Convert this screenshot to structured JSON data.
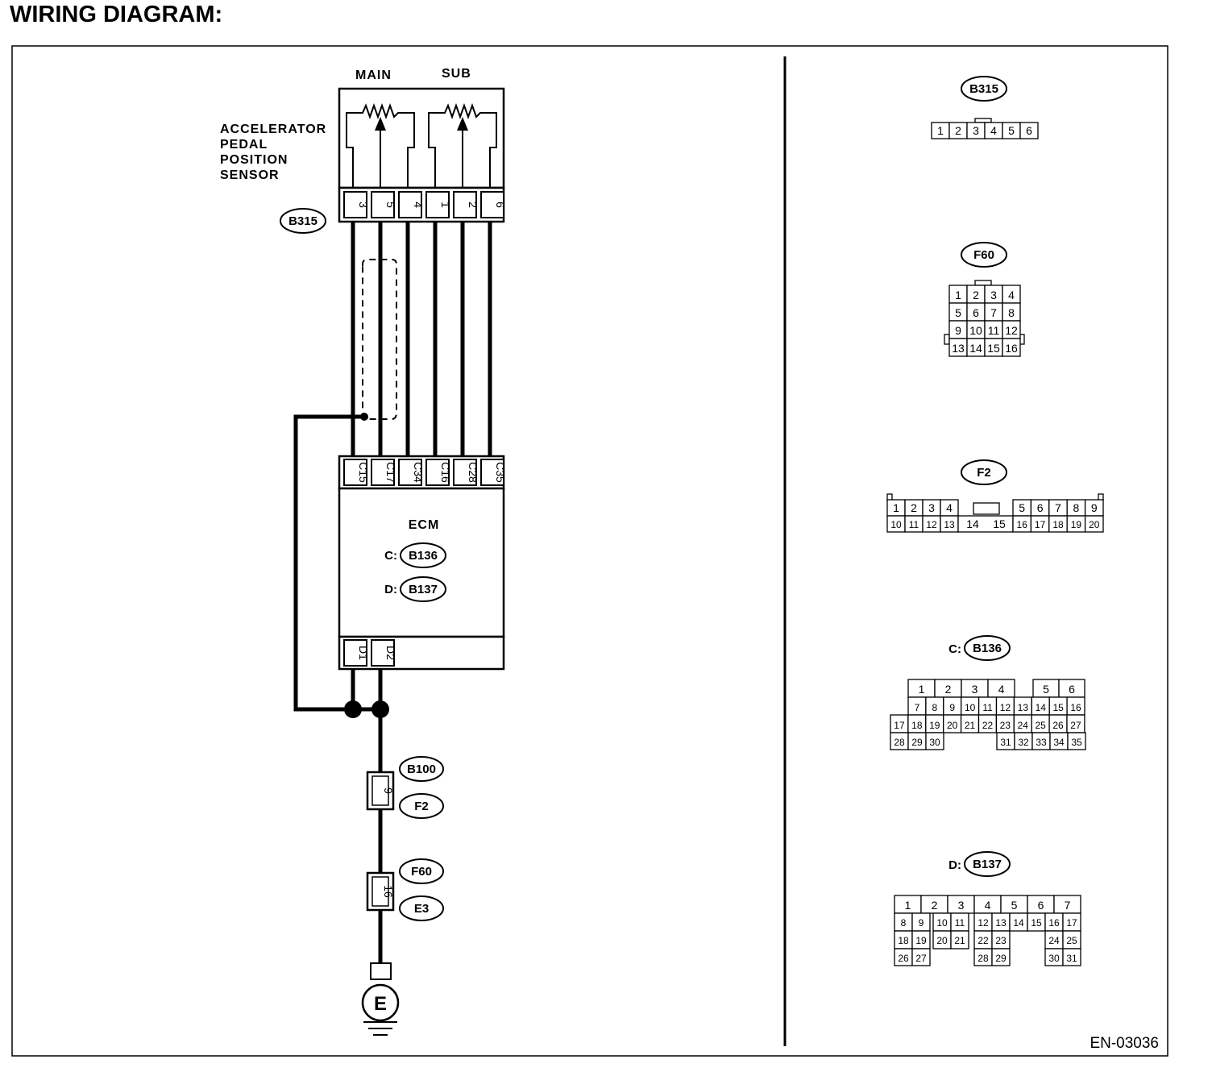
{
  "title": "WIRING DIAGRAM:",
  "doc_id": "EN-03036",
  "sensor": {
    "name_lines": [
      "ACCELERATOR",
      "PEDAL",
      "POSITION",
      "SENSOR"
    ],
    "main_label": "MAIN",
    "sub_label": "SUB",
    "connector": "B315",
    "pins": [
      "3",
      "5",
      "4",
      "1",
      "2",
      "6"
    ]
  },
  "ecm": {
    "name": "ECM",
    "c_prefix": "C:",
    "c_connector": "B136",
    "d_prefix": "D:",
    "d_connector": "B137",
    "c_pins": [
      "C15",
      "C17",
      "C34",
      "C16",
      "C28",
      "C35"
    ],
    "d_pins": [
      "D1",
      "D2"
    ]
  },
  "ground_path": {
    "joint1": {
      "pin": "9",
      "upper": "B100",
      "lower": "F2"
    },
    "joint2": {
      "pin": "16",
      "upper": "F60",
      "lower": "E3"
    },
    "ground_symbol": "E"
  },
  "connector_views": {
    "b315": {
      "tag": "B315",
      "cells": [
        "1",
        "2",
        "3",
        "4",
        "5",
        "6"
      ]
    },
    "f60": {
      "tag": "F60",
      "rows": [
        [
          "1",
          "2",
          "3",
          "4"
        ],
        [
          "5",
          "6",
          "7",
          "8"
        ],
        [
          "9",
          "10",
          "11",
          "12"
        ],
        [
          "13",
          "14",
          "15",
          "16"
        ]
      ]
    },
    "f2": {
      "tag": "F2",
      "top_left": [
        "1",
        "2",
        "3",
        "4"
      ],
      "top_right": [
        "5",
        "6",
        "7",
        "8",
        "9"
      ],
      "bottom_left": [
        "10",
        "11",
        "12",
        "13"
      ],
      "bottom_mid": [
        "14",
        "15"
      ],
      "bottom_right": [
        "16",
        "17",
        "18",
        "19",
        "20"
      ]
    },
    "b136": {
      "prefix": "C:",
      "tag": "B136",
      "row1": [
        "1",
        "2",
        "3",
        "4",
        "5",
        "6"
      ],
      "row2": [
        "7",
        "8",
        "9",
        "10",
        "11",
        "12",
        "13",
        "14",
        "15",
        "16"
      ],
      "row3": [
        "17",
        "18",
        "19",
        "20",
        "21",
        "22",
        "23",
        "24",
        "25",
        "26",
        "27"
      ],
      "row4": [
        "28",
        "29",
        "30",
        "31",
        "32",
        "33",
        "34",
        "35"
      ]
    },
    "b137": {
      "prefix": "D:",
      "tag": "B137",
      "row1": [
        "1",
        "2",
        "3",
        "4",
        "5",
        "6",
        "7"
      ],
      "row2": [
        "8",
        "9",
        "10",
        "11",
        "12",
        "13",
        "14",
        "15",
        "16",
        "17"
      ],
      "row3": [
        "18",
        "19",
        "20",
        "21",
        "22",
        "23",
        "24",
        "25"
      ],
      "row4": [
        "26",
        "27",
        "28",
        "29",
        "30",
        "31"
      ]
    }
  }
}
